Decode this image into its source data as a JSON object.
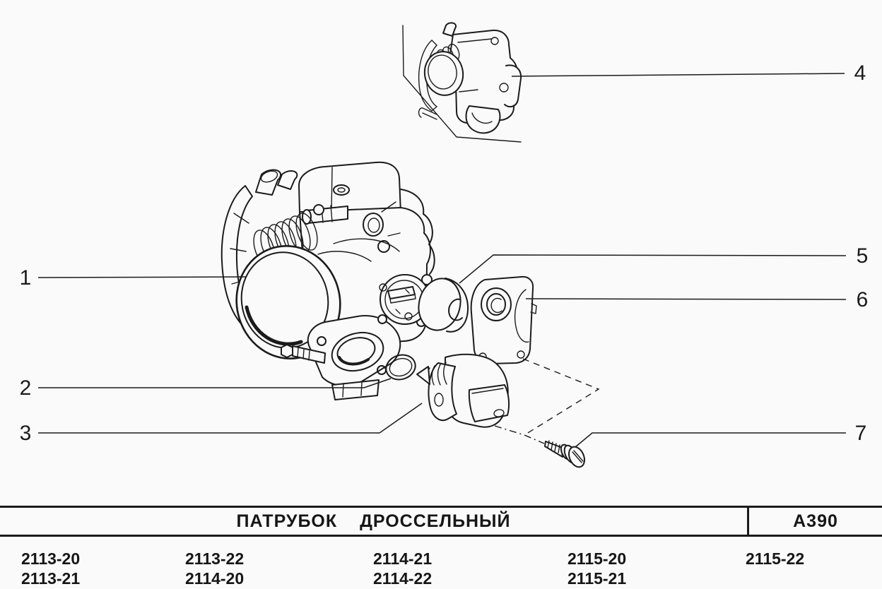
{
  "palette": {
    "paper": "#fafafa",
    "ink": "#1b1b1b"
  },
  "figure": {
    "callouts": [
      {
        "number": "1",
        "side": "left"
      },
      {
        "number": "2",
        "side": "left"
      },
      {
        "number": "3",
        "side": "left"
      },
      {
        "number": "4",
        "side": "right"
      },
      {
        "number": "5",
        "side": "right"
      },
      {
        "number": "6",
        "side": "right"
      },
      {
        "number": "7",
        "side": "right"
      }
    ]
  },
  "title_block": {
    "name": "ПАТРУБОК ДРОССЕЛЬНЫЙ",
    "code": "А390"
  },
  "model_codes": {
    "columns": [
      [
        "2113-20",
        "2113-21"
      ],
      [
        "2113-22",
        "2114-20"
      ],
      [
        "2114-21",
        "2114-22"
      ],
      [
        "2115-20",
        "2115-21"
      ],
      [
        "2115-22"
      ]
    ]
  }
}
